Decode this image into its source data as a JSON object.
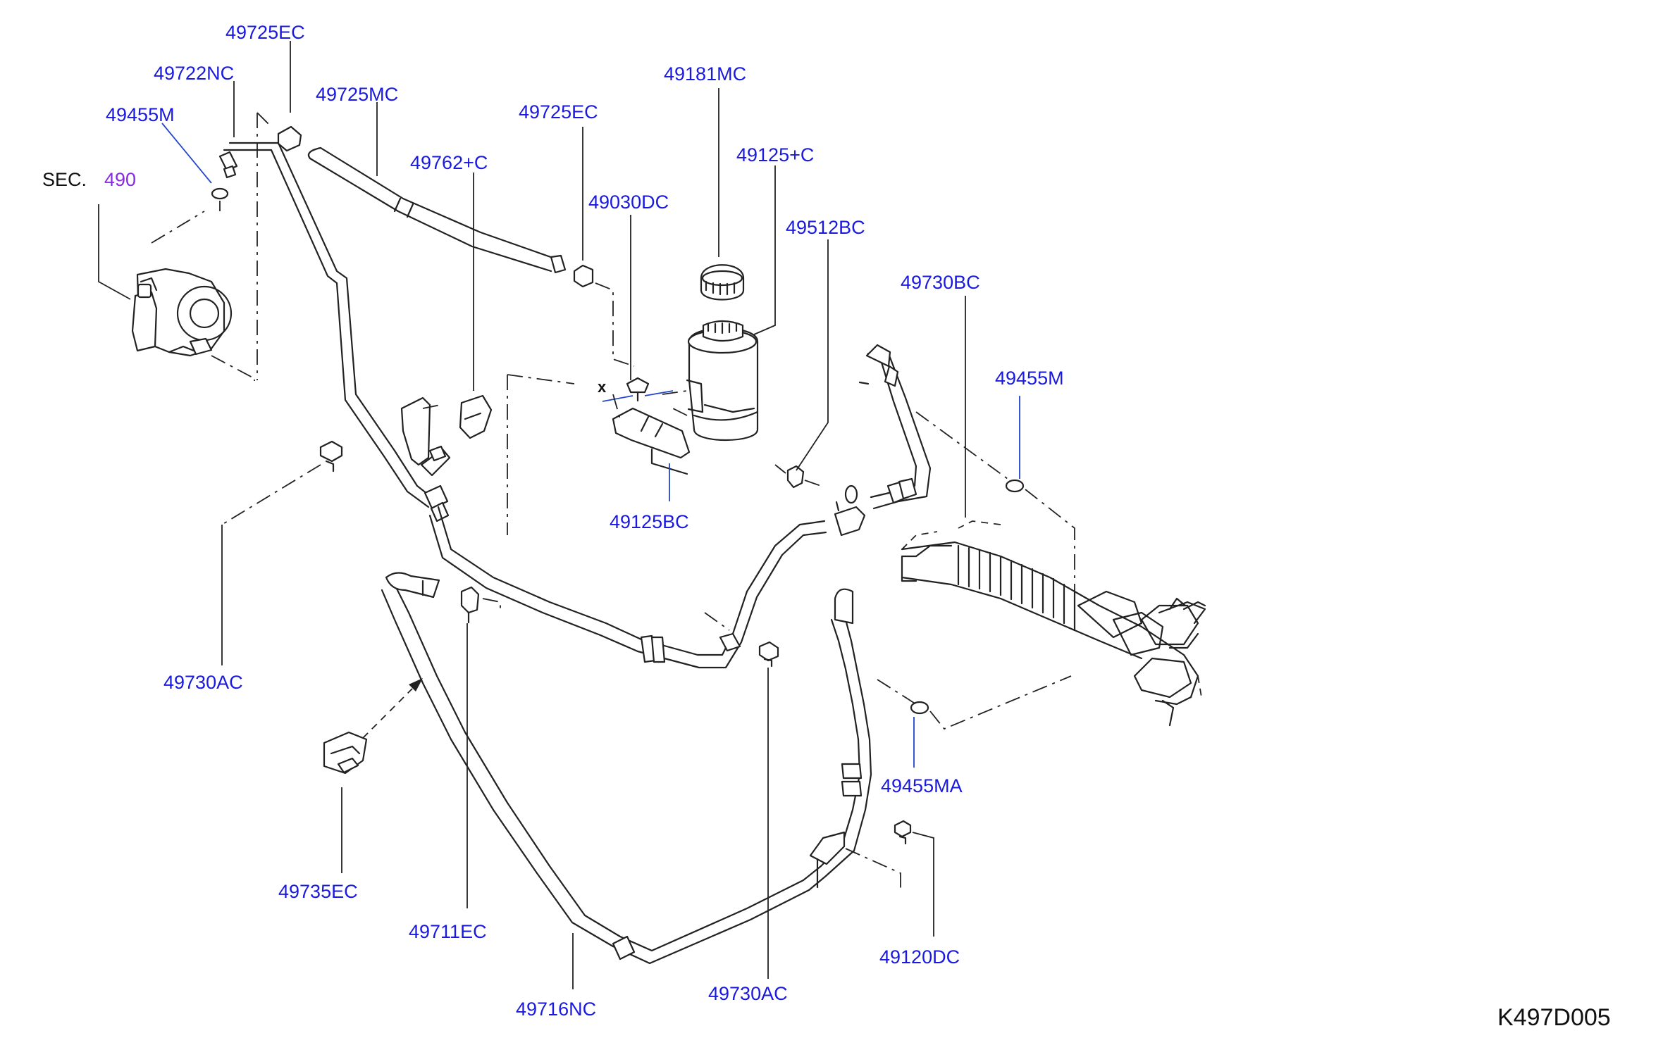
{
  "sec_ref": {
    "prefix": "SEC.",
    "number": "490"
  },
  "labels": [
    "49725EC",
    "49722NC",
    "49725MC",
    "49455M",
    "49762+C",
    "49725EC",
    "49181MC",
    "49125+C",
    "49030DC",
    "49512BC",
    "49730BC",
    "49455M",
    "49125BC",
    "49730AC",
    "49735EC",
    "49711EC",
    "49716NC",
    "49730AC",
    "49455MA",
    "49120DC"
  ],
  "callout_x": "x",
  "diagram_code": "K497D005",
  "colors": {
    "label": "#1a1adf",
    "sec_number": "#8a2be2",
    "linework": "#222222"
  }
}
